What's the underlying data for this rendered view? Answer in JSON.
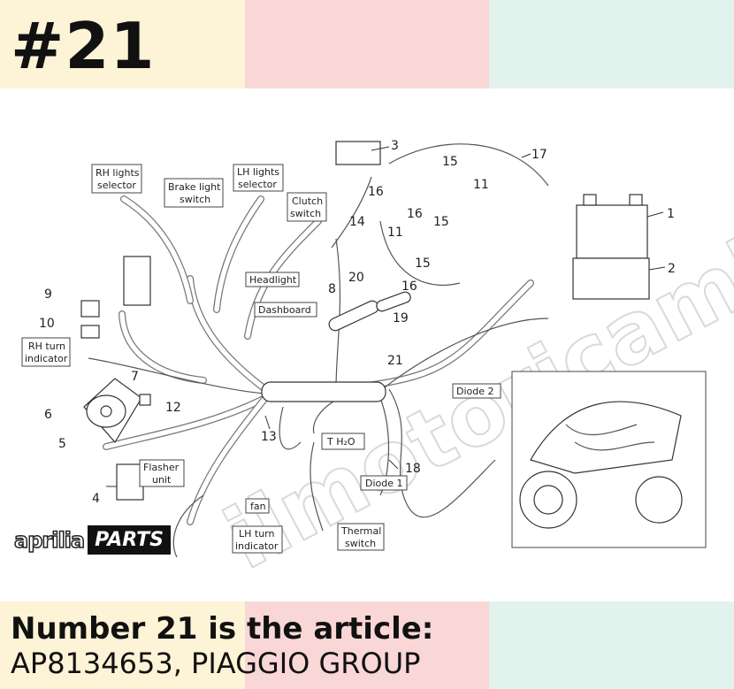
{
  "header": {
    "part_number": "#21"
  },
  "caption": {
    "line1": "Number 21 is the article:",
    "line2": "AP8134653, PIAGGIO GROUP"
  },
  "colors": {
    "band_yellow": "#fdf3d6",
    "band_pink": "#f9d7d6",
    "band_green": "#e1f3ec"
  },
  "diagram": {
    "labels": {
      "rh_lights_selector_1": "RH lights",
      "rh_lights_selector_2": "selector",
      "brake_light_switch_1": "Brake light",
      "brake_light_switch_2": "switch",
      "lh_lights_selector_1": "LH lights",
      "lh_lights_selector_2": "selector",
      "clutch_switch_1": "Clutch",
      "clutch_switch_2": "switch",
      "headlight": "Headlight",
      "dashboard": "Dashboard",
      "rh_turn_indicator_1": "RH turn",
      "rh_turn_indicator_2": "indicator",
      "flasher_unit_1": "Flasher",
      "flasher_unit_2": "unit",
      "fan": "fan",
      "lh_turn_indicator_1": "LH turn",
      "lh_turn_indicator_2": "indicator",
      "thermal_switch_1": "Thermal",
      "thermal_switch_2": "switch",
      "diode_1": "Diode 1",
      "diode_2": "Diode 2",
      "t_h2o": "T  H₂O"
    },
    "numbers": {
      "n1": "1",
      "n2": "2",
      "n3": "3",
      "n4": "4",
      "n5": "5",
      "n6": "6",
      "n7": "7",
      "n8": "8",
      "n9": "9",
      "n10": "10",
      "n11a": "11",
      "n11b": "11",
      "n12": "12",
      "n13": "13",
      "n14": "14",
      "n15a": "15",
      "n15b": "15",
      "n15c": "15",
      "n16a": "16",
      "n16b": "16",
      "n16c": "16",
      "n17": "17",
      "n18": "18",
      "n19": "19",
      "n20": "20",
      "n21": "21"
    },
    "watermark": "ilmotoricambi",
    "icons": [
      "wiring-harness-icon",
      "battery-icon",
      "horn-icon",
      "motorcycle-icon"
    ]
  },
  "logo": {
    "brand": "aprilia",
    "suffix": "PARTS"
  }
}
